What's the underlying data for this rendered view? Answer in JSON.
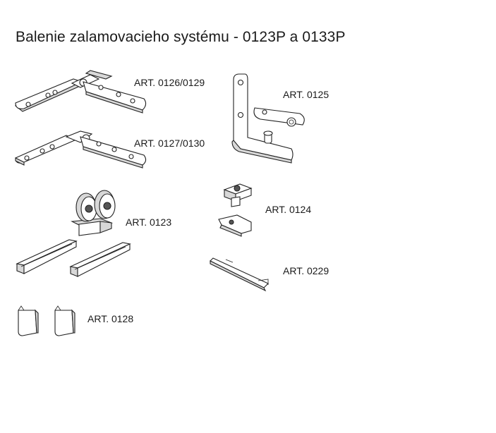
{
  "title": "Balenie zalamovacieho systému - 0123P a 0133P",
  "items": [
    {
      "label": "ART. 0126/0129",
      "icon": "hinge-plate-icon"
    },
    {
      "label": "ART. 0125",
      "icon": "angle-bracket-icon"
    },
    {
      "label": "ART. 0127/0130",
      "icon": "hinge-plate-icon"
    },
    {
      "label": "ART. 0123",
      "icon": "roller-carriage-icon"
    },
    {
      "label": "ART. 0124",
      "icon": "guide-clip-icon"
    },
    {
      "label": "ART. 0229",
      "icon": "key-wrench-icon"
    },
    {
      "label": "ART. 0128",
      "icon": "end-cap-icon"
    }
  ]
}
